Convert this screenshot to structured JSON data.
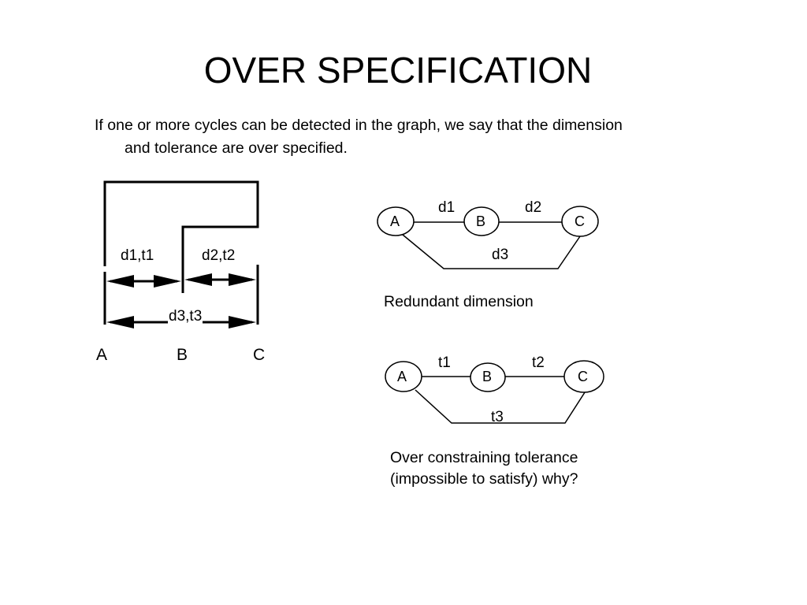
{
  "title": "OVER SPECIFICATION",
  "intro": {
    "line1": "If one or more cycles can be detected in the graph, we say that the dimension",
    "line2": "and tolerance are over specified."
  },
  "part_drawing": {
    "dim_labels": [
      "d1,t1",
      "d2,t2",
      "d3,t3"
    ],
    "point_labels": [
      "A",
      "B",
      "C"
    ]
  },
  "graph_dimension": {
    "nodes": [
      "A",
      "B",
      "C"
    ],
    "edges": [
      "d1",
      "d2",
      "d3"
    ],
    "caption": "Redundant dimension"
  },
  "graph_tolerance": {
    "nodes": [
      "A",
      "B",
      "C"
    ],
    "edges": [
      "t1",
      "t2",
      "t3"
    ],
    "caption_line1": "Over constraining tolerance",
    "caption_line2": "(impossible to satisfy) why?"
  }
}
